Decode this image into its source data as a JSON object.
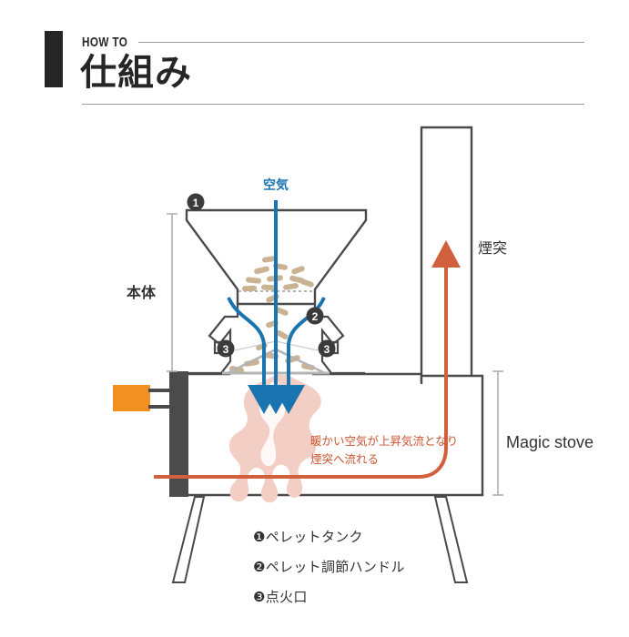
{
  "header": {
    "eyebrow": "HOW TO",
    "title": "仕組み"
  },
  "diagram": {
    "air_label": "空気",
    "body_label": "本体",
    "chimney_label": "煙突",
    "product_label": "Magic stove",
    "hot_air_note_line1": "暖かい空気が上昇気流となり",
    "hot_air_note_line2": "煙突へ流れる",
    "callouts": [
      {
        "number": "❶",
        "id": "callout-1"
      },
      {
        "number": "❷",
        "id": "callout-2"
      },
      {
        "number": "❸",
        "id": "callout-3-left"
      },
      {
        "number": "❸",
        "id": "callout-3-right"
      }
    ],
    "colors": {
      "outline": "#4a4a4a",
      "air_blue": "#1a74b0",
      "heat_orange": "#d1603d",
      "flame_pink": "#f3cec5",
      "pellet_tan": "#c9b393",
      "handle_orange": "#f29121",
      "dark_gray": "#4b4b4b",
      "dimension_gray": "#b0b0b0",
      "text_dark": "#333333"
    }
  },
  "legend": {
    "items": [
      {
        "marker": "❶",
        "label": "ペレットタンク"
      },
      {
        "marker": "❷",
        "label": "ペレット調節ハンドル"
      },
      {
        "marker": "❸",
        "label": "点火口"
      }
    ]
  }
}
